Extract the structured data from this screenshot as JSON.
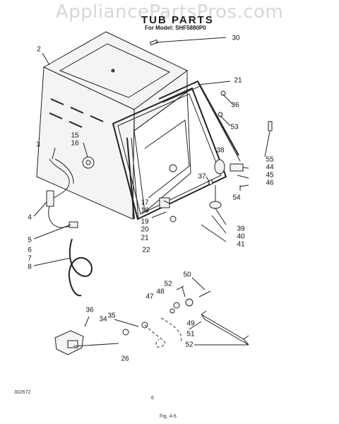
{
  "watermark": "AppliancePartsPros.com",
  "header": {
    "title": "TUB PARTS",
    "subtitle": "For Model: SHF5880P0"
  },
  "footer": {
    "code": "302672",
    "page": "6",
    "figure": "Fig. 4-6"
  },
  "callouts": {
    "c2": "2",
    "c30": "30",
    "c21a": "21",
    "c36a": "36",
    "c53": "53",
    "c3": "3",
    "c15": "15",
    "c16": "16",
    "c38": "38",
    "c55": "55",
    "c44": "44",
    "c45": "45",
    "c46": "46",
    "c37": "37",
    "c54": "54",
    "c17": "17",
    "c18": "18",
    "c19": "19",
    "c20": "20",
    "c21b": "21",
    "c22": "22",
    "c39": "39",
    "c40": "40",
    "c41": "41",
    "c4": "4",
    "c5": "5",
    "c6": "6",
    "c7": "7",
    "c8": "8",
    "c50": "50",
    "c52a": "52",
    "c48": "48",
    "c47": "47",
    "c49": "49",
    "c51": "51",
    "c52b": "52",
    "c36b": "36",
    "c35": "35",
    "c34": "34",
    "c26": "26"
  }
}
